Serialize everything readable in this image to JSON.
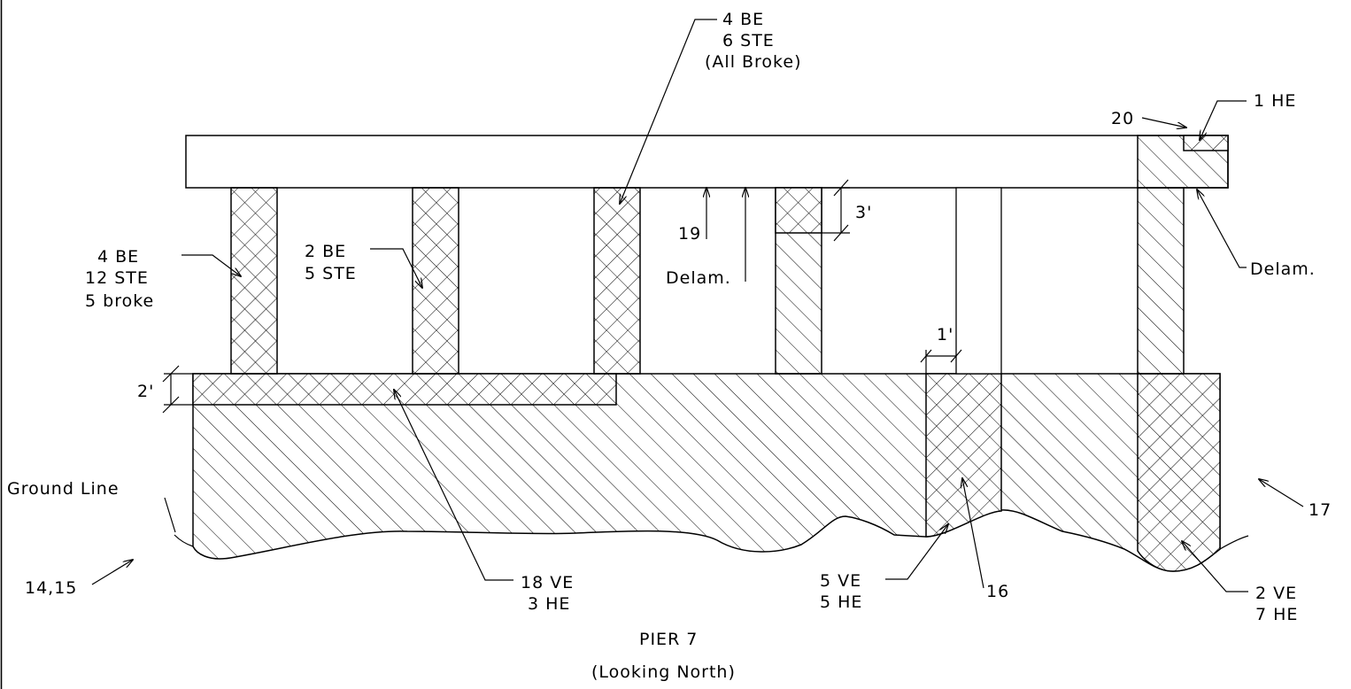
{
  "labels": {
    "top_leader": [
      "4 BE",
      "6 STE",
      "(All Broke)"
    ],
    "left_post": [
      "4 BE",
      "12 STE",
      "5 broke"
    ],
    "second_post": [
      "2 BE",
      "5 STE"
    ],
    "cap_top_right_count": "20",
    "cap_top_right_he": "1 HE",
    "delam_right": "Delam.",
    "delam_mid": "Delam.",
    "mark_19": "19",
    "dim_3ft": "3'",
    "dim_2ft": "2'",
    "dim_1ft": "1'",
    "ground_line": "Ground Line",
    "marker_14_15": "14,15",
    "footing_left": [
      "18 VE",
      "3 HE"
    ],
    "footing_mid": [
      "5 VE",
      "5 HE"
    ],
    "marker_16": "16",
    "marker_17": "17",
    "footing_right": [
      "2 VE",
      "7 HE"
    ],
    "title": "PIER 7",
    "subtitle": "(Looking North)"
  }
}
